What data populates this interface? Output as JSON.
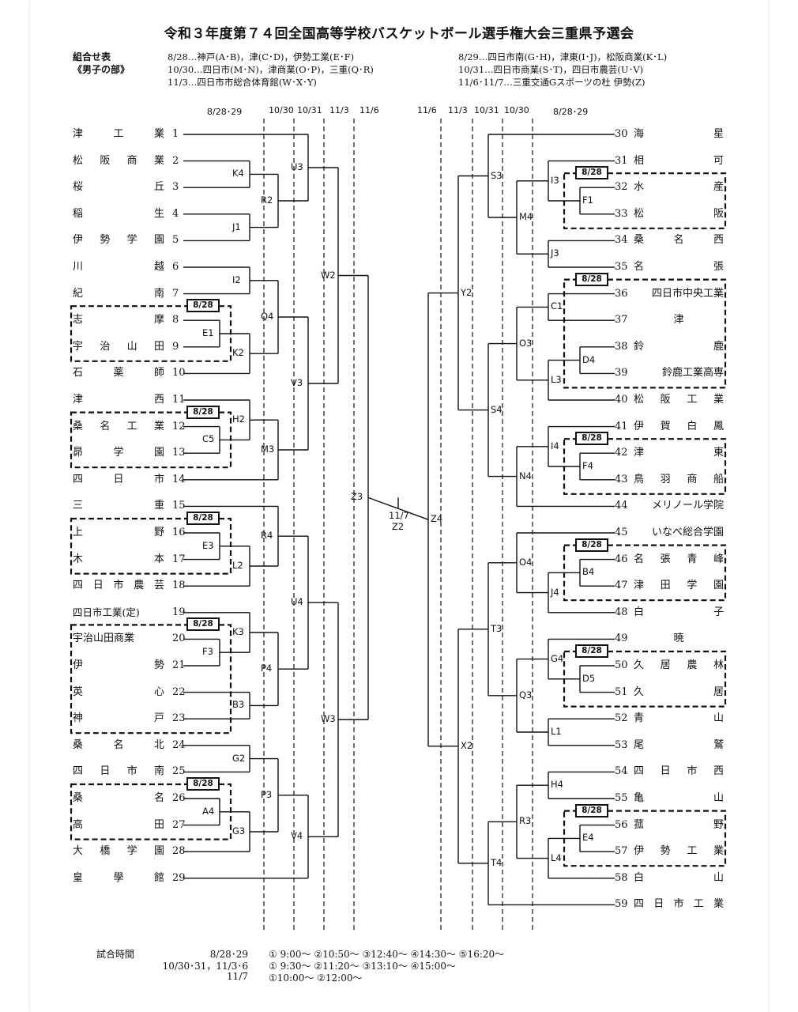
{
  "title": "令和３年度第７４回全国高等学校バスケットボール選手権大会三重県予選会",
  "header": {
    "label1": "組合せ表",
    "label2": "《男子の部》",
    "left": [
      "8/28…神戸(A･B)，津(C･D)，伊勢工業(E･F)",
      "10/30…四日市(M･N)，津商業(O･P)，三重(Q･R)",
      "11/3…四日市市総合体育館(W･X･Y)"
    ],
    "right": [
      "8/29…四日市南(G･H)，津東(I･J)，松阪商業(K･L)",
      "10/31…四日市商業(S･T)，四日市農芸(U･V)",
      "11/6･11/7…三重交通Gスポーツの杜 伊勢(Z)"
    ]
  },
  "dates": {
    "left": [
      "8/28･29",
      "10/30",
      "10/31",
      "11/3",
      "11/6"
    ],
    "right": [
      "11/6",
      "11/3",
      "10/31",
      "10/30",
      "8/28･29"
    ]
  },
  "teams_left": [
    {
      "name": "津工業",
      "num": "1"
    },
    {
      "name": "松阪商業",
      "num": "2"
    },
    {
      "name": "桜丘",
      "num": "3"
    },
    {
      "name": "稲生",
      "num": "4"
    },
    {
      "name": "伊勢学園",
      "num": "5"
    },
    {
      "name": "川越",
      "num": "6"
    },
    {
      "name": "紀南",
      "num": "7"
    },
    {
      "name": "志摩",
      "num": "8"
    },
    {
      "name": "宇治山田",
      "num": "9"
    },
    {
      "name": "石薬師",
      "num": "10"
    },
    {
      "name": "津西",
      "num": "11"
    },
    {
      "name": "桑名工業",
      "num": "12"
    },
    {
      "name": "昴学園",
      "num": "13"
    },
    {
      "name": "四日市",
      "num": "14"
    },
    {
      "name": "三重",
      "num": "15"
    },
    {
      "name": "上野",
      "num": "16"
    },
    {
      "name": "木本",
      "num": "17"
    },
    {
      "name": "四日市農芸",
      "num": "18"
    },
    {
      "name": "四日市工業(定)",
      "num": "19"
    },
    {
      "name": "宇治山田商業",
      "num": "20"
    },
    {
      "name": "伊勢",
      "num": "21"
    },
    {
      "name": "英心",
      "num": "22"
    },
    {
      "name": "神戸",
      "num": "23"
    },
    {
      "name": "桑名北",
      "num": "24"
    },
    {
      "name": "四日市南",
      "num": "25"
    },
    {
      "name": "桑名",
      "num": "26"
    },
    {
      "name": "高田",
      "num": "27"
    },
    {
      "name": "大橋学園",
      "num": "28"
    },
    {
      "name": "皇學館",
      "num": "29"
    }
  ],
  "teams_right": [
    {
      "name": "海星",
      "num": "30"
    },
    {
      "name": "相可",
      "num": "31"
    },
    {
      "name": "水産",
      "num": "32"
    },
    {
      "name": "松阪",
      "num": "33"
    },
    {
      "name": "桑名西",
      "num": "34"
    },
    {
      "name": "名張",
      "num": "35"
    },
    {
      "name": "四日市中央工業",
      "num": "36"
    },
    {
      "name": "津",
      "num": "37"
    },
    {
      "name": "鈴鹿",
      "num": "38"
    },
    {
      "name": "鈴鹿工業高専",
      "num": "39"
    },
    {
      "name": "松阪工業",
      "num": "40"
    },
    {
      "name": "伊賀白鳳",
      "num": "41"
    },
    {
      "name": "津東",
      "num": "42"
    },
    {
      "name": "鳥羽商船",
      "num": "43"
    },
    {
      "name": "メリノール学院",
      "num": "44"
    },
    {
      "name": "いなべ総合学園",
      "num": "45"
    },
    {
      "name": "名張青峰",
      "num": "46"
    },
    {
      "name": "津田学園",
      "num": "47"
    },
    {
      "name": "白子",
      "num": "48"
    },
    {
      "name": "暁",
      "num": "49"
    },
    {
      "name": "久居農林",
      "num": "50"
    },
    {
      "name": "久居",
      "num": "51"
    },
    {
      "name": "青山",
      "num": "52"
    },
    {
      "name": "尾鷲",
      "num": "53"
    },
    {
      "name": "四日市西",
      "num": "54"
    },
    {
      "name": "亀山",
      "num": "55"
    },
    {
      "name": "菰野",
      "num": "56"
    },
    {
      "name": "伊勢工業",
      "num": "57"
    },
    {
      "name": "白山",
      "num": "58"
    },
    {
      "name": "四日市工業",
      "num": "59"
    }
  ],
  "games_left": {
    "E1": "E1",
    "C5": "C5",
    "E3": "E3",
    "F3": "F3",
    "A4": "A4",
    "K4": "K4",
    "J1": "J1",
    "I2": "I2",
    "K2": "K2",
    "H2": "H2",
    "L2": "L2",
    "K3": "K3",
    "B3": "B3",
    "G2": "G2",
    "G3": "G3",
    "R2": "R2",
    "Q4": "Q4",
    "M3": "M3",
    "R4": "R4",
    "P4": "P4",
    "P3": "P3",
    "U3": "U3",
    "V3": "V3",
    "U4": "U4",
    "V4": "V4",
    "W2": "W2",
    "W3": "W3",
    "Z3": "Z3"
  },
  "games_right": {
    "F1": "F1",
    "D4": "D4",
    "F4": "F4",
    "B4": "B4",
    "D5": "D5",
    "E4": "E4",
    "I3": "I3",
    "J3": "J3",
    "C1": "C1",
    "L3": "L3",
    "I4": "I4",
    "J4": "J4",
    "G4": "G4",
    "L1": "L1",
    "H4": "H4",
    "L4": "L4",
    "M4": "M4",
    "O3": "O3",
    "N4": "N4",
    "O4": "O4",
    "Q3": "Q3",
    "R3": "R3",
    "S3": "S3",
    "S4": "S4",
    "T3": "T3",
    "T4": "T4",
    "Y2": "Y2",
    "X2": "X2",
    "Z4": "Z4"
  },
  "final": {
    "date": "11/7",
    "game": "Z2"
  },
  "badge_label": "8/28",
  "footer": {
    "label": "試合時間",
    "rows": [
      {
        "date": "8/28･29",
        "times": "①  9:00～   ②10:50～   ③12:40～   ④14:30～   ⑤16:20～"
      },
      {
        "date": "10/30･31，11/3･6",
        "times": "①  9:30～   ②11:20～   ③13:10～   ④15:00～"
      },
      {
        "date": "11/7",
        "times": "①10:00～   ②12:00～"
      }
    ]
  }
}
